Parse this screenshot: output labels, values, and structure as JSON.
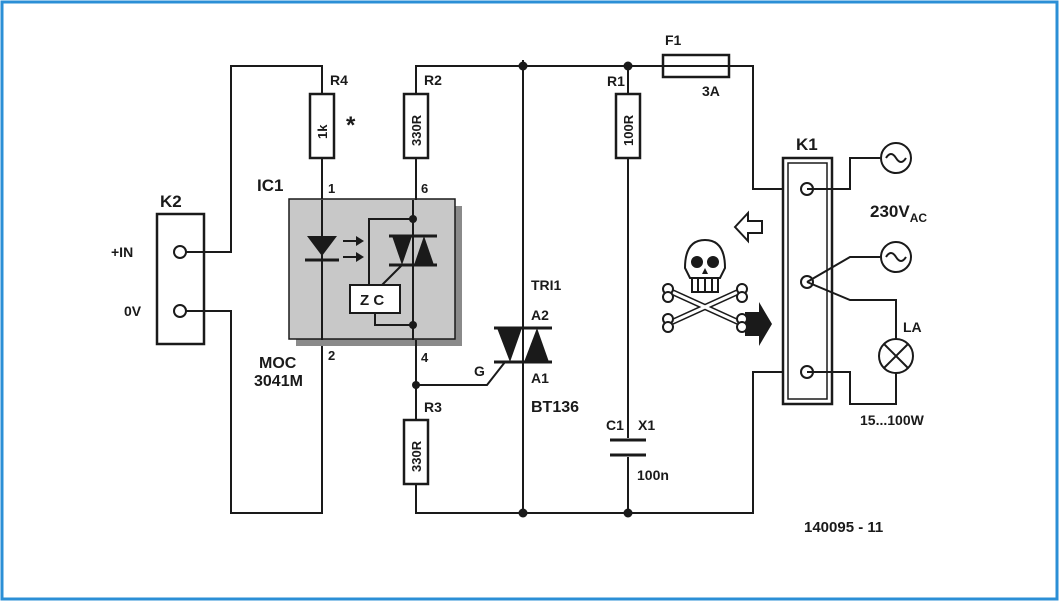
{
  "colors": {
    "border": "#2b8fd6",
    "ink": "#1a1a1a",
    "ic_fill": "#c8c8c8",
    "ic_shadow": "#8a8a8a"
  },
  "labels": {
    "k2": "K2",
    "k2_in": "+IN",
    "k2_0v": "0V",
    "r4": "R4",
    "r4_val": "1k",
    "r4_star": "*",
    "ic1": "IC1",
    "pin1": "1",
    "pin2": "2",
    "pin6": "6",
    "pin4": "4",
    "zc": "Z C",
    "ic_part1": "MOC",
    "ic_part2": "3041M",
    "r2": "R2",
    "r2_val": "330R",
    "r3": "R3",
    "r3_val": "330R",
    "tri_ref": "TRI1",
    "tri_a2": "A2",
    "tri_a1": "A1",
    "tri_g": "G",
    "tri_part": "BT136",
    "r1": "R1",
    "r1_val": "100R",
    "f1": "F1",
    "f1_val": "3A",
    "c1": "C1",
    "x1": "X1",
    "c1_val": "100n",
    "k1": "K1",
    "mains_main": "230V",
    "mains_sub": "AC",
    "la": "LA",
    "la_val": "15...100W",
    "fig_id": "140095 - 11"
  },
  "icons": [
    "skull-crossbones-icon",
    "arrow-left-outline-icon",
    "arrow-right-filled-icon",
    "ac-source-icon",
    "lamp-icon"
  ]
}
